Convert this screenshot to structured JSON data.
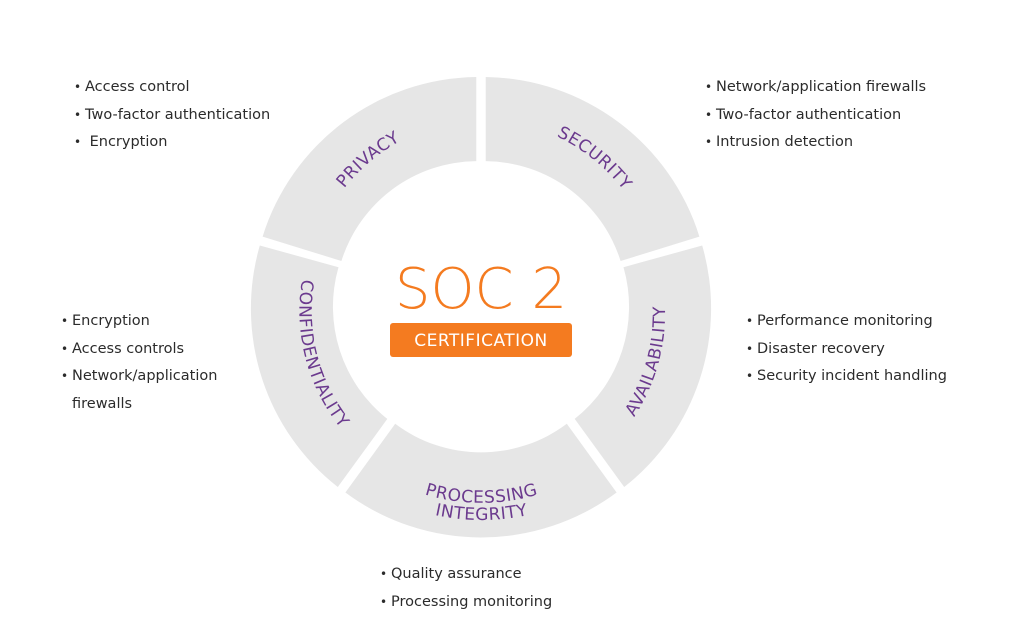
{
  "center": {
    "title": "SOC 2",
    "badge": "CERTIFICATION"
  },
  "colors": {
    "accent_orange": "#f47b20",
    "segment_fill": "#e6e6e6",
    "label_purple": "#6b3a8e",
    "text_dark": "#2b2b2b"
  },
  "segments": [
    {
      "name": "privacy",
      "label": "PRIVACY"
    },
    {
      "name": "security",
      "label": "SECURITY"
    },
    {
      "name": "availability",
      "label": "AVAILABILITY"
    },
    {
      "name": "processing-integrity",
      "label_line1": "PROCESSING",
      "label_line2": "INTEGRITY"
    },
    {
      "name": "confidentiality",
      "label": "CONFIDENTIALITY"
    }
  ],
  "lists": {
    "privacy": [
      "Access control",
      "Two-factor authentication",
      " Encryption"
    ],
    "security": [
      "Network/application firewalls",
      "Two-factor authentication",
      "Intrusion detection"
    ],
    "availability": [
      "Performance monitoring",
      "Disaster recovery",
      "Security incident handling"
    ],
    "processing_integrity": [
      "Quality assurance",
      "Processing monitoring"
    ],
    "confidentiality": [
      "Encryption",
      "Access controls",
      "Network/application firewalls"
    ]
  }
}
